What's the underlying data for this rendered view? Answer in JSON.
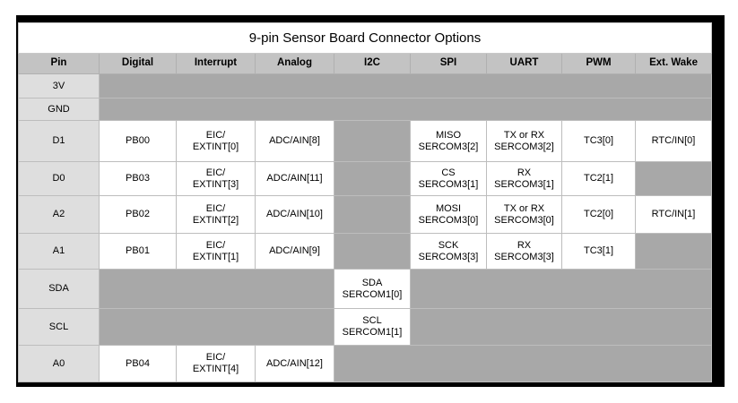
{
  "table": {
    "title": "9-pin Sensor Board Connector Options",
    "columns": [
      "Pin",
      "Digital",
      "Interrupt",
      "Analog",
      "I2C",
      "SPI",
      "UART",
      "PWM",
      "Ext. Wake"
    ],
    "rows": [
      {
        "pin": "3V",
        "digital": "",
        "interrupt": "",
        "analog": "",
        "i2c": "",
        "spi_a": "",
        "spi_b": "",
        "uart_a": "",
        "uart_b": "",
        "pwm": "",
        "wake": ""
      },
      {
        "pin": "GND",
        "digital": "",
        "interrupt": "",
        "analog": "",
        "i2c": "",
        "spi_a": "",
        "spi_b": "",
        "uart_a": "",
        "uart_b": "",
        "pwm": "",
        "wake": ""
      },
      {
        "pin": "D1",
        "digital": "PB00",
        "interrupt_a": "EIC/",
        "interrupt_b": "EXTINT[0]",
        "analog": "ADC/AIN[8]",
        "i2c_a": "",
        "i2c_b": "",
        "spi_a": "MISO",
        "spi_b": "SERCOM3[2]",
        "uart_a": "TX or RX",
        "uart_b": "SERCOM3[2]",
        "pwm": "TC3[0]",
        "wake": "RTC/IN[0]"
      },
      {
        "pin": "D0",
        "digital": "PB03",
        "interrupt_a": "EIC/",
        "interrupt_b": "EXTINT[3]",
        "analog": "ADC/AIN[11]",
        "i2c_a": "",
        "i2c_b": "",
        "spi_a": "CS",
        "spi_b": "SERCOM3[1]",
        "uart_a": "RX",
        "uart_b": "SERCOM3[1]",
        "pwm": "TC2[1]",
        "wake": ""
      },
      {
        "pin": "A2",
        "digital": "PB02",
        "interrupt_a": "EIC/",
        "interrupt_b": "EXTINT[2]",
        "analog": "ADC/AIN[10]",
        "i2c_a": "",
        "i2c_b": "",
        "spi_a": "MOSI",
        "spi_b": "SERCOM3[0]",
        "uart_a": "TX or RX",
        "uart_b": "SERCOM3[0]",
        "pwm": "TC2[0]",
        "wake": "RTC/IN[1]"
      },
      {
        "pin": "A1",
        "digital": "PB01",
        "interrupt_a": "EIC/",
        "interrupt_b": "EXTINT[1]",
        "analog": "ADC/AIN[9]",
        "i2c_a": "",
        "i2c_b": "",
        "spi_a": "SCK",
        "spi_b": "SERCOM3[3]",
        "uart_a": "RX",
        "uart_b": "SERCOM3[3]",
        "pwm": "TC3[1]",
        "wake": ""
      },
      {
        "pin": "SDA",
        "digital": "",
        "interrupt_a": "",
        "interrupt_b": "",
        "analog": "",
        "i2c_a": "SDA",
        "i2c_b": "SERCOM1[0]",
        "spi_a": "",
        "spi_b": "",
        "uart_a": "",
        "uart_b": "",
        "pwm": "",
        "wake": ""
      },
      {
        "pin": "SCL",
        "digital": "",
        "interrupt_a": "",
        "interrupt_b": "",
        "analog": "",
        "i2c_a": "SCL",
        "i2c_b": "SERCOM1[1]",
        "spi_a": "",
        "spi_b": "",
        "uart_a": "",
        "uart_b": "",
        "pwm": "",
        "wake": ""
      },
      {
        "pin": "A0",
        "digital": "PB04",
        "interrupt_a": "EIC/",
        "interrupt_b": "EXTINT[4]",
        "analog": "ADC/AIN[12]",
        "i2c_a": "",
        "i2c_b": "",
        "spi_a": "",
        "spi_b": "",
        "uart_a": "",
        "uart_b": "",
        "pwm": "",
        "wake": ""
      }
    ]
  },
  "colors": {
    "frame": "#000000",
    "title_bg": "#ffffff",
    "header_bg": "#c3c3c3",
    "pin_bg": "#dedede",
    "value_bg": "#ffffff",
    "empty_bg": "#a8a8a8",
    "text": "#000000"
  }
}
